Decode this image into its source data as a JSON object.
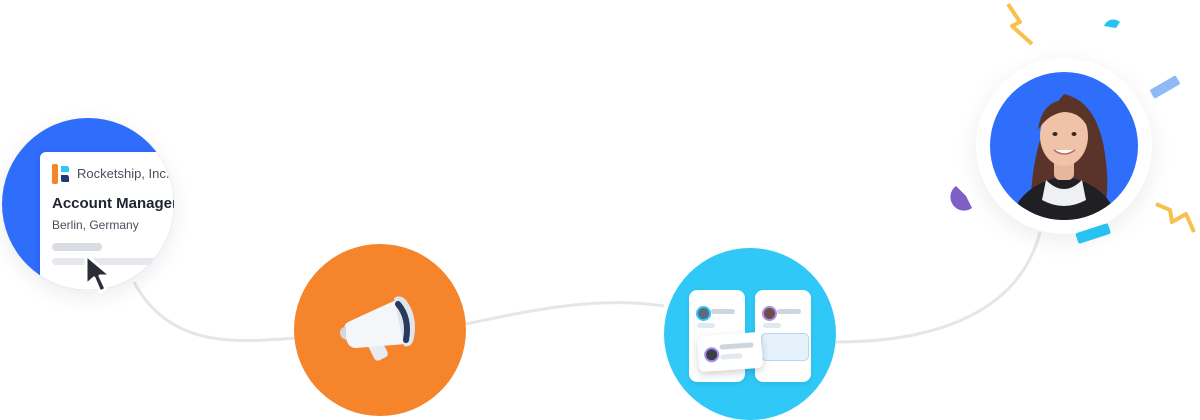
{
  "steps": [
    {
      "id": "job-post",
      "background": "#2f6dfb",
      "card": {
        "company": "Rocketship, Inc.",
        "title": "Account Manager",
        "location": "Berlin, Germany"
      },
      "icons": [
        "logo-mark",
        "cursor-icon"
      ]
    },
    {
      "id": "announce",
      "background": "#f5842b",
      "icon": "megaphone-icon"
    },
    {
      "id": "applicants-board",
      "background": "#2fc8f7",
      "icon": "kanban-board-icon"
    },
    {
      "id": "hire",
      "background": "#2f6dfb",
      "icon": "person-avatar"
    }
  ],
  "colors": {
    "connector": "#e4e6ea",
    "confetti_yellow": "#f7c14d",
    "confetti_cyan": "#27c1f2",
    "confetti_blue": "#8fbaf5",
    "confetti_purple": "#7d5fc7",
    "logo_orange": "#f5842b",
    "logo_navy": "#1f3b73"
  }
}
